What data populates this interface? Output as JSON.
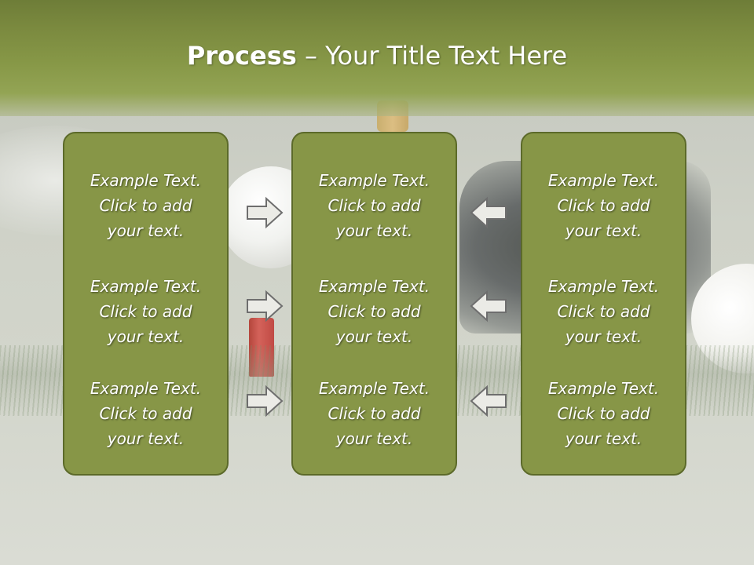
{
  "slide": {
    "title_bold": "Process",
    "title_rest": " – Your Title Text Here"
  },
  "colors": {
    "title_bar": "#879847",
    "panel_fill": "#879647",
    "panel_border": "#5c6a2a",
    "arrow_fill": "#ebebe6",
    "arrow_stroke": "#6e6e6e"
  },
  "panels": [
    {
      "name": "left",
      "items": [
        {
          "line1": "Example Text.",
          "line2": "Click  to add",
          "line3": "your text."
        },
        {
          "line1": "Example Text.",
          "line2": "Click  to add",
          "line3": "your text."
        },
        {
          "line1": "Example Text.",
          "line2": "Click  to add",
          "line3": "your text."
        }
      ]
    },
    {
      "name": "center",
      "items": [
        {
          "line1": "Example Text.",
          "line2": "Click  to add",
          "line3": "your text."
        },
        {
          "line1": "Example Text.",
          "line2": "Click  to add",
          "line3": "your text."
        },
        {
          "line1": "Example Text.",
          "line2": "Click  to add",
          "line3": "your text."
        }
      ]
    },
    {
      "name": "right",
      "items": [
        {
          "line1": "Example Text.",
          "line2": "Click  to add",
          "line3": "your text."
        },
        {
          "line1": "Example Text.",
          "line2": "Click  to add",
          "line3": "your text."
        },
        {
          "line1": "Example Text.",
          "line2": "Click  to add",
          "line3": "your text."
        }
      ]
    }
  ],
  "arrows": {
    "left_to_center": [
      "arrow-right-icon",
      "arrow-right-icon",
      "arrow-right-icon"
    ],
    "right_to_center": [
      "arrow-left-icon",
      "arrow-left-icon",
      "arrow-left-icon"
    ]
  }
}
